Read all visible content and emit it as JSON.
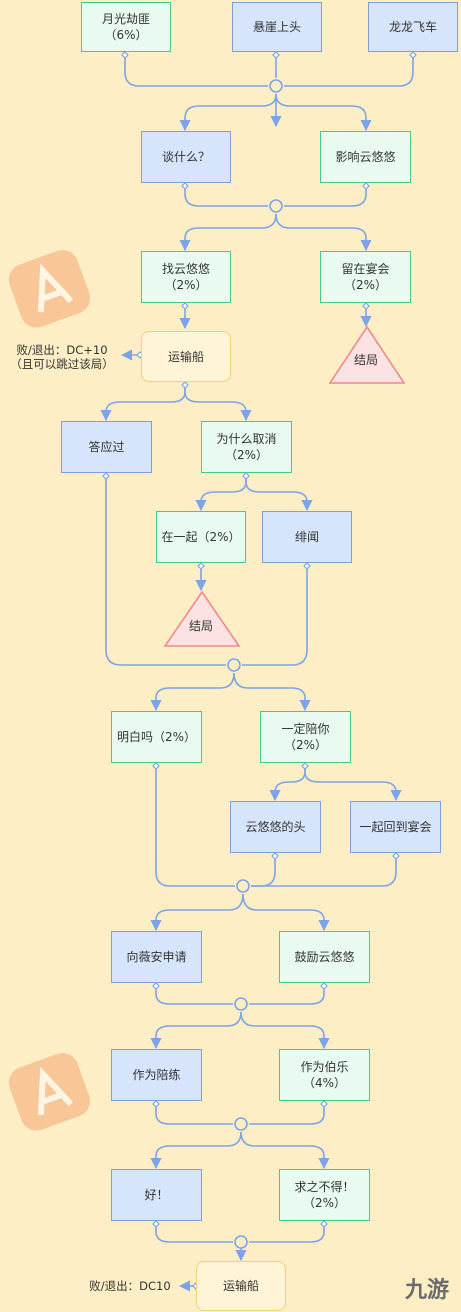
{
  "nodes": {
    "n1": {
      "text": "月光劫匪",
      "sub": "（6%）"
    },
    "n2": {
      "text": "悬崖上头"
    },
    "n3": {
      "text": "龙龙飞车"
    },
    "n4": {
      "text": "谈什么？"
    },
    "n5": {
      "text": "影响云悠悠"
    },
    "n6": {
      "text": "找云悠悠",
      "sub": "（2%）"
    },
    "n7": {
      "text": "留在宴会",
      "sub": "（2%）"
    },
    "n8": {
      "text": "运输船"
    },
    "n9": {
      "text": "答应过"
    },
    "n10": {
      "text": "为什么取消",
      "sub": "（2%）"
    },
    "n11": {
      "text": "在一起（2%）"
    },
    "n12": {
      "text": "绯闻"
    },
    "n13": {
      "text": "明白吗（2%）"
    },
    "n14": {
      "text": "一定陪你",
      "sub": "（2%）"
    },
    "n15": {
      "text": "云悠悠的头"
    },
    "n16": {
      "text": "一起回到宴会"
    },
    "n17": {
      "text": "向薇安申请"
    },
    "n18": {
      "text": "鼓励云悠悠"
    },
    "n19": {
      "text": "作为陪练"
    },
    "n20": {
      "text": "作为伯乐",
      "sub": "（4%）"
    },
    "n21": {
      "text": "好！"
    },
    "n22": {
      "text": "求之不得！",
      "sub": "（2%）"
    },
    "n23": {
      "text": "运输船"
    }
  },
  "endings": {
    "e1": "结局",
    "e2": "结局"
  },
  "notes": {
    "fail1_line1": "败/退出：DC+10",
    "fail1_line2": "（且可以跳过该局）",
    "fail2": "败/退出：DC10"
  },
  "brand": "九游",
  "colors": {
    "background": "#fdeec5",
    "line": "#7ea4e8",
    "blue_fill": "#d6e4fc",
    "green_border": "#3ccf87",
    "ending_fill": "#fde2e4",
    "ending_border": "#f08a8e"
  }
}
